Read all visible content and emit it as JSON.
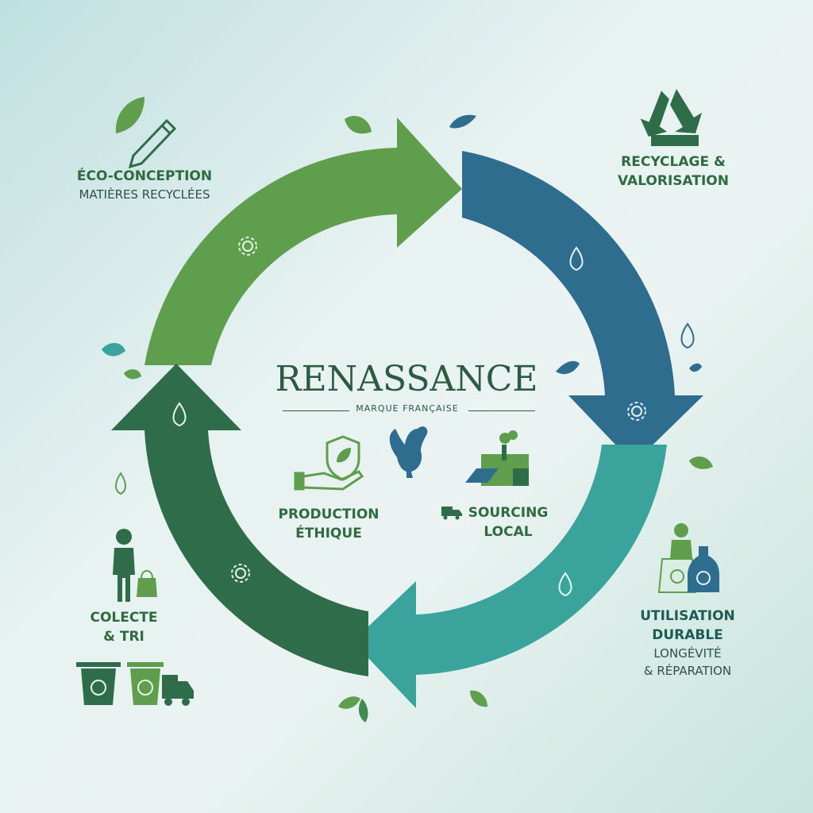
{
  "center": {
    "brand": "RENASSANCE",
    "tagline": "MARQUE FRANÇAISE",
    "production": [
      "PRODUCTION",
      "ÉTHIQUE"
    ],
    "sourcing": [
      "SOURCING",
      "LOCAL"
    ]
  },
  "stages": {
    "eco": {
      "title": "ÉCO-CONCEPTION",
      "subtitle": "MATIÈRES RECYCLÉES"
    },
    "recyclage": {
      "line1": "RECYCLAGE &",
      "line2": "VALORISATION"
    },
    "utilisation": {
      "line1": "UTILISATION",
      "line2": "DURABLE",
      "line3": "LONGÉVITÉ",
      "line4": "& RÉPARATION"
    },
    "collecte": {
      "line1": "COLECTE",
      "line2": "& TRI"
    }
  },
  "colors": {
    "arrow_green": "#5e9e4c",
    "arrow_blue": "#2f6d8f",
    "arrow_teal": "#3aa39c",
    "arrow_dark_green": "#2f6d4a",
    "text_dark": "#2c5a43"
  },
  "icons": [
    "leaf-icon",
    "pencil-icon",
    "recycle-icon",
    "gear-icon",
    "water-drop-icon",
    "shield-leaf-icon",
    "hand-icon",
    "rooster-icon",
    "factory-icon",
    "solar-panel-icon",
    "truck-icon",
    "person-icon",
    "bag-icon",
    "trash-bin-icon",
    "bottle-icon"
  ]
}
